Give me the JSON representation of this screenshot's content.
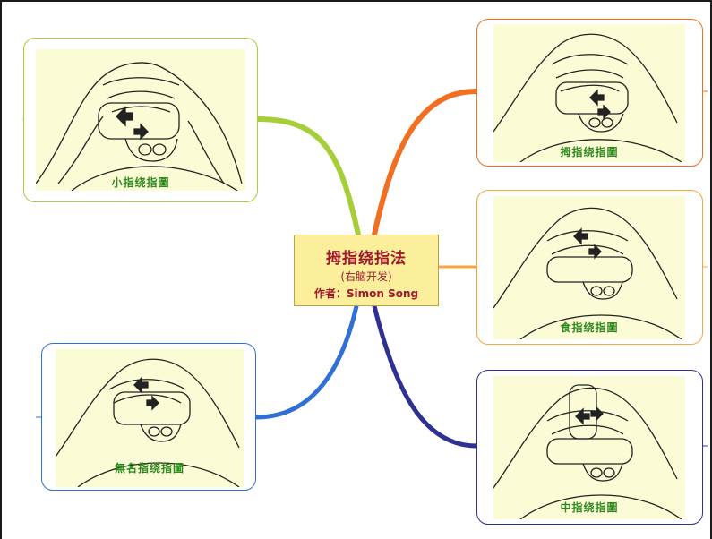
{
  "center": {
    "title": "拇指绕指法",
    "subtitle": "(右脑开发)",
    "author": "作者：Simon Song"
  },
  "nodes": [
    {
      "caption": "小指绕指圖",
      "color": "#a6ce39"
    },
    {
      "caption": "拇指绕指圖",
      "color": "#f26f21"
    },
    {
      "caption": "食指绕指圖",
      "color": "#f7a541"
    },
    {
      "caption": "無名指绕指圖",
      "color": "#2f6fd6"
    },
    {
      "caption": "中指绕指圖",
      "color": "#2e3192"
    }
  ]
}
